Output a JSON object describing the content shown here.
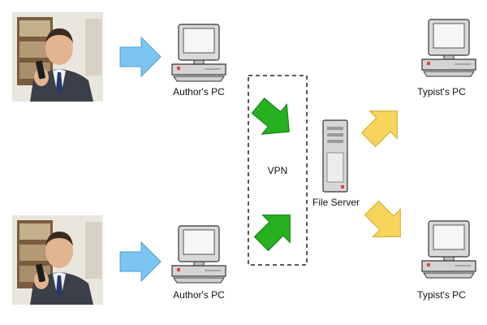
{
  "labels": {
    "author_pc": "Author's PC",
    "typist_pc": "Typist's PC",
    "vpn": "VPN",
    "file_server": "File Server"
  },
  "colors": {
    "blue_arrow": "#7cc4f2",
    "green_arrow": "#27b01f",
    "yellow_arrow": "#f7d45a",
    "pc_body": "#dcdcdc",
    "pc_outline": "#333333",
    "screen": "#f4f4f4",
    "vpn_border": "#222222"
  },
  "icons": {
    "photo": "man-on-phone-photo",
    "computer": "desktop-computer-icon",
    "server": "server-tower-icon"
  }
}
